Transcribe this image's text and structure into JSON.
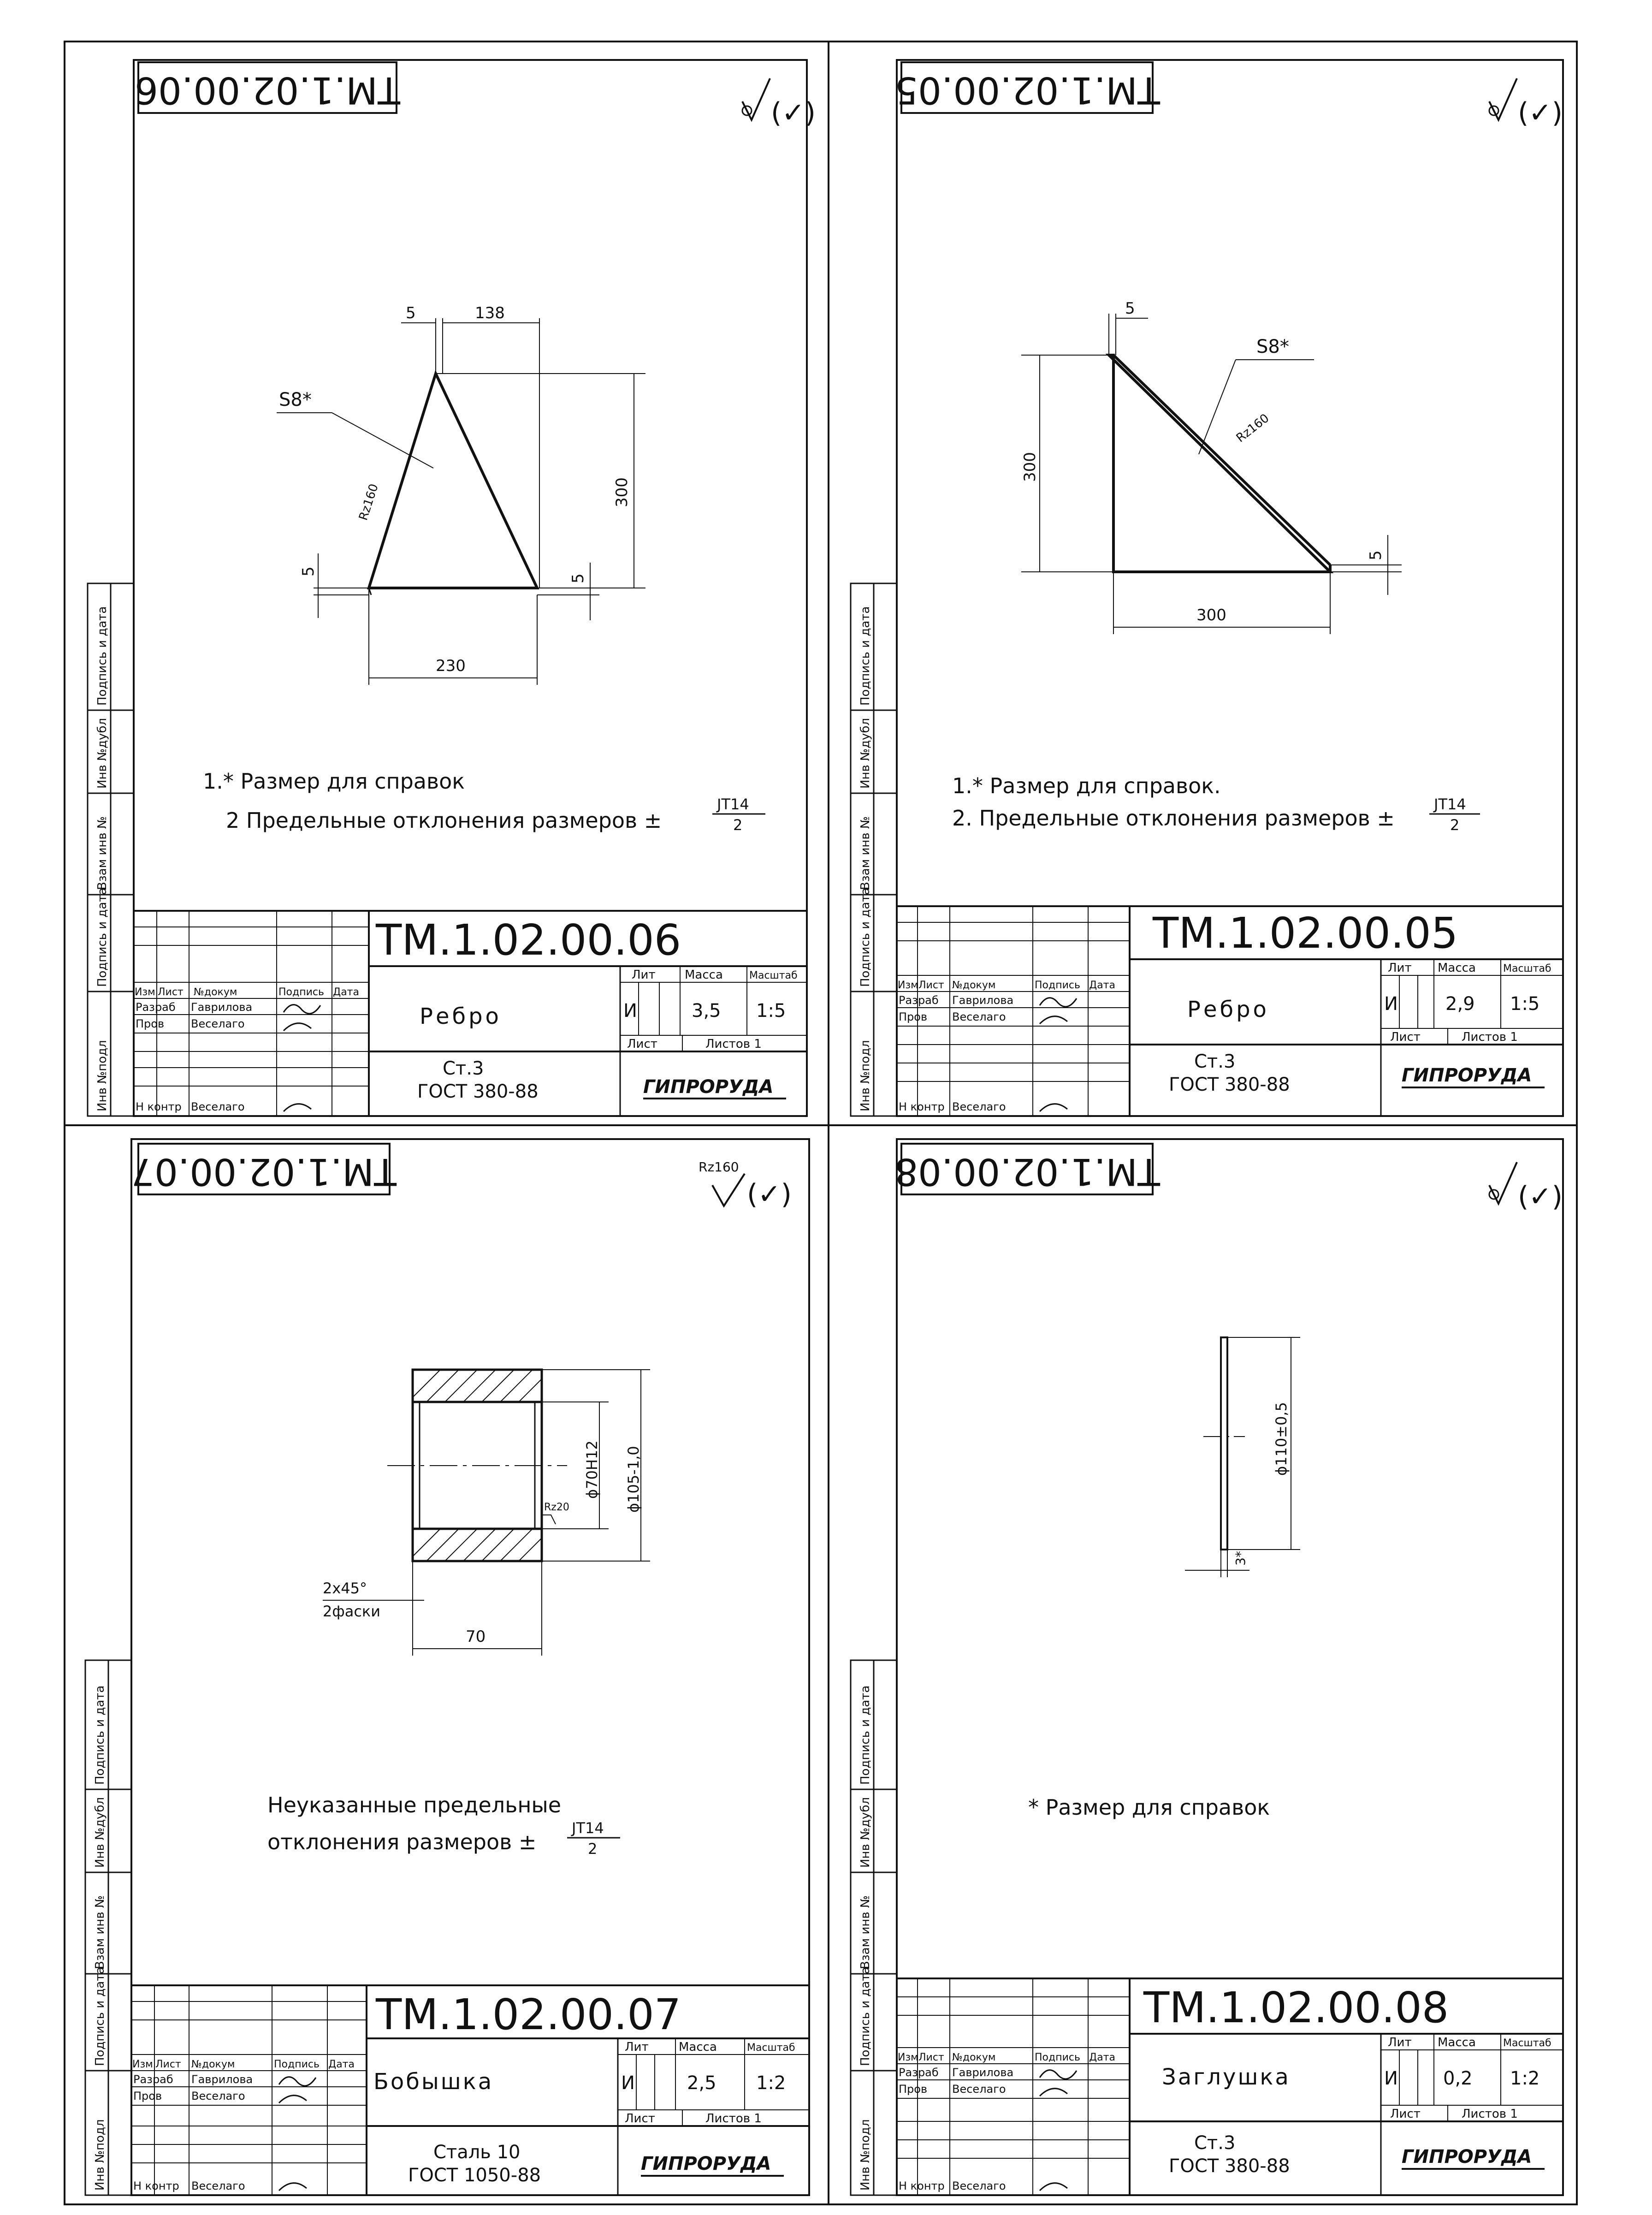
{
  "sheets": [
    {
      "code": "ТМ.1.02.00.06",
      "rough_top": "ТМ.1.02.00.06",
      "name": "Ребро",
      "material_1": "Ст.3",
      "material_2": "ГОСТ 380-88",
      "lit": "И",
      "mass": "3,5",
      "scale": "1:5",
      "sheet_label": "Лист",
      "sheets_label": "Листов 1",
      "roughness_note": "(✓)",
      "dims": {
        "d5a": "5",
        "d138": "138",
        "d300": "300",
        "d5b": "5",
        "d5c": "5",
        "d230": "230",
        "s8": "S8*",
        "rz": "Rz160"
      },
      "notes": [
        "1.* Размер для справок",
        "2  Предельные отклонения размеров ±",
        "ЈТ14",
        "2"
      ]
    },
    {
      "code": "ТМ.1.02.00.05",
      "rough_top": "ТМ.1.02.00.05",
      "name": "Ребро",
      "material_1": "Ст.3",
      "material_2": "ГОСТ 380-88",
      "lit": "И",
      "mass": "2,9",
      "scale": "1:5",
      "sheet_label": "Лист",
      "sheets_label": "Листов 1",
      "roughness_note": "(✓)",
      "dims": {
        "d5a": "5",
        "d300v": "300",
        "d300h": "300",
        "d5b": "5",
        "s8": "S8*",
        "rz": "Rz160"
      },
      "notes": [
        "1.* Размер для справок.",
        "2.  Предельные отклонения размеров ±",
        "ЈТ14",
        "2"
      ]
    },
    {
      "code": "ТМ.1.02.00.07",
      "rough_top": "ТМ.1.02.00.07",
      "name": "Бобышка",
      "material_1": "Сталь 10",
      "material_2": "ГОСТ 1050-88",
      "lit": "И",
      "mass": "2,5",
      "scale": "1:2",
      "sheet_label": "Лист",
      "sheets_label": "Листов 1",
      "roughness_note": "(✓)",
      "rz_top": "Rz160",
      "dims": {
        "d70h": "ϕ70Н12",
        "d105": "ϕ105-1,0",
        "rz20": "Rz20",
        "chamfer1": "2x45°",
        "chamfer2": "2фаски",
        "d70": "70"
      },
      "notes": [
        "Неуказанные предельные",
        "отклонения размеров ±",
        "ЈТ14",
        "2"
      ]
    },
    {
      "code": "ТМ.1.02.00.08",
      "rough_top": "ТМ.1.02.00.08",
      "name": "Заглушка",
      "material_1": "Ст.3",
      "material_2": "ГОСТ 380-88",
      "lit": "И",
      "mass": "0,2",
      "scale": "1:2",
      "sheet_label": "Лист",
      "sheets_label": "Листов 1",
      "roughness_note": "(✓)",
      "dims": {
        "d110": "ϕ110±0,5",
        "d3": "3*"
      },
      "notes": [
        "* Размер для справок"
      ]
    }
  ],
  "stamp": {
    "izm": "Изм",
    "list": "Лист",
    "ndoc": "№докум",
    "podp": "Подпись",
    "data": "Дата",
    "razrab": "Разраб",
    "prov": "Пров",
    "nkontr": "Н контр",
    "razrab_name": "Гаврилова",
    "prov_name": "Веселаго",
    "nkontr_name": "Веселаго",
    "lit_h": "Лит",
    "mass_h": "Масса",
    "scale_h": "Масштаб",
    "company": "ГИПРОРУДА"
  },
  "side_columns": [
    "Инв №подл",
    "Подпись и дата",
    "Взам инв №",
    "Инв №дубл",
    "Подпись и дата"
  ]
}
